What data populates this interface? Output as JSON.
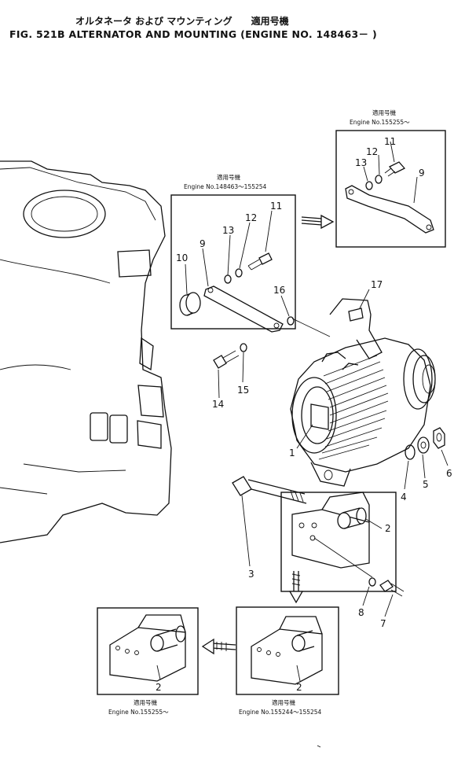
{
  "header": {
    "title_jp": "オルタネータ および マウンティング　　適用号機",
    "title_en": "FIG. 521B  ALTERNATOR AND MOUNTING  (ENGINE NO. 148463－ )"
  },
  "panels": {
    "bracket_new": {
      "label_jp": "適用号機",
      "label_en": "Engine No.155255～"
    },
    "bracket_old": {
      "label_jp": "適用号機",
      "label_en": "Engine No.148463～155254"
    },
    "mount_a": {
      "label_jp": "適用号機",
      "label_en": "Engine No.155255～"
    },
    "mount_b": {
      "label_jp": "適用号機",
      "label_en": "Engine No.155244～155254"
    }
  },
  "part_numbers": {
    "p1": "1",
    "p2_main": "2",
    "p2_a": "2",
    "p2_b": "2",
    "p3": "3",
    "p4": "4",
    "p5": "5",
    "p6": "6",
    "p7": "7",
    "p8": "8",
    "p9_new": "9",
    "p9_old": "9",
    "p10": "10",
    "p11_new": "11",
    "p11_old": "11",
    "p12_new": "12",
    "p12_old": "12",
    "p13_new": "13",
    "p13_old": "13",
    "p14": "14",
    "p15": "15",
    "p16": "16",
    "p17": "17"
  },
  "colors": {
    "ink": "#111111",
    "paper": "#ffffff"
  }
}
